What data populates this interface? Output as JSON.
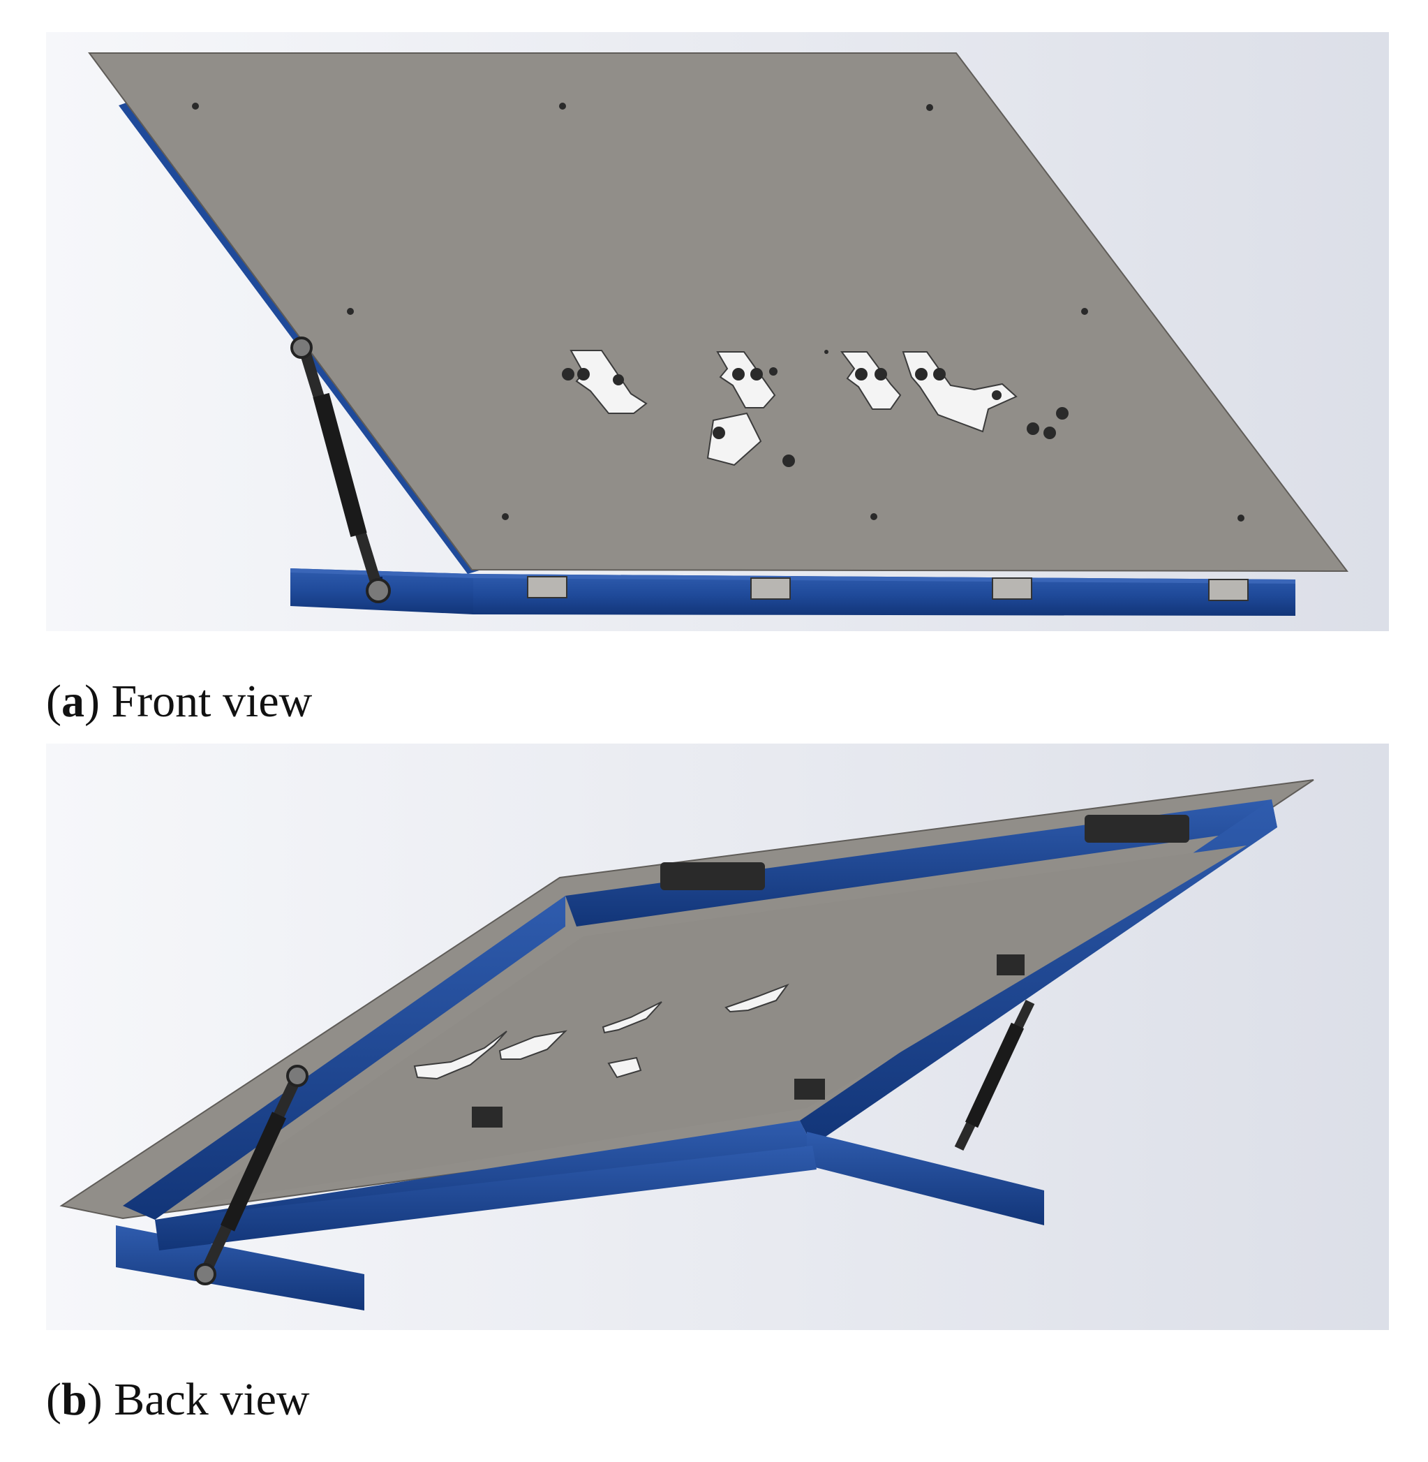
{
  "figure": {
    "panels": [
      {
        "letter": "a",
        "label": " Front view"
      },
      {
        "letter": "b",
        "label": " Back view"
      }
    ]
  },
  "colors": {
    "plate": "#918e89",
    "plate_edge": "#6e6b67",
    "frame_blue": "#1f4a9a",
    "frame_blue_dark": "#123578",
    "frame_blue_light": "#3a66b8",
    "hardware": "#2a2a2a",
    "cutout": "#f4f4f4",
    "background_light": "#f7f8fb",
    "background_shade": "#dde0e8"
  }
}
